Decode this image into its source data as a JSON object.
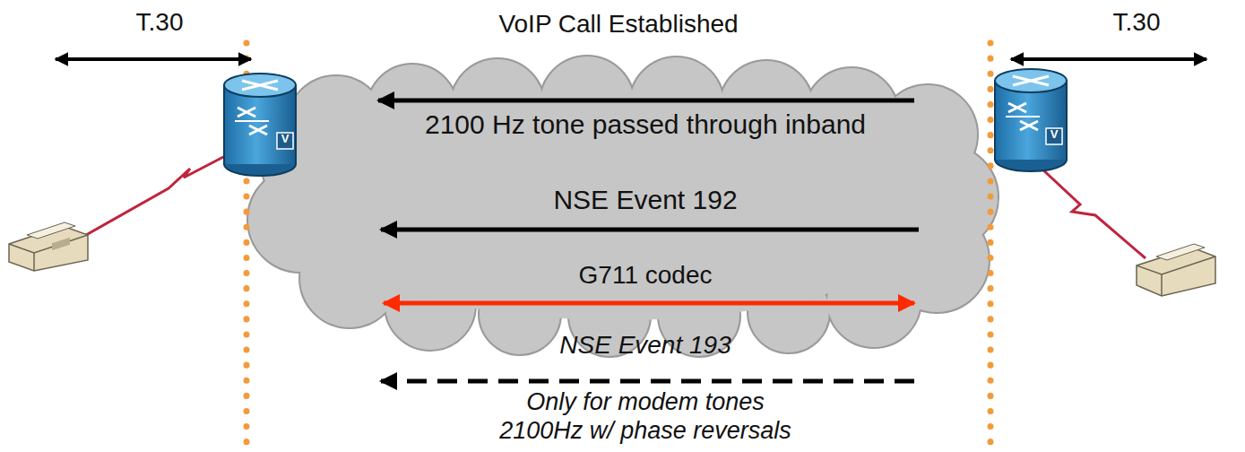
{
  "diagram": {
    "title": "VoIP Call Established",
    "labels": [
      "T.30",
      "T.30",
      "V",
      "V",
      "2100 Hz tone passed through inband",
      "NSE Event 192",
      "G711 codec",
      "NSE Event 193",
      "Only for modem tones",
      "2100Hz w/ phase reversals"
    ]
  }
}
